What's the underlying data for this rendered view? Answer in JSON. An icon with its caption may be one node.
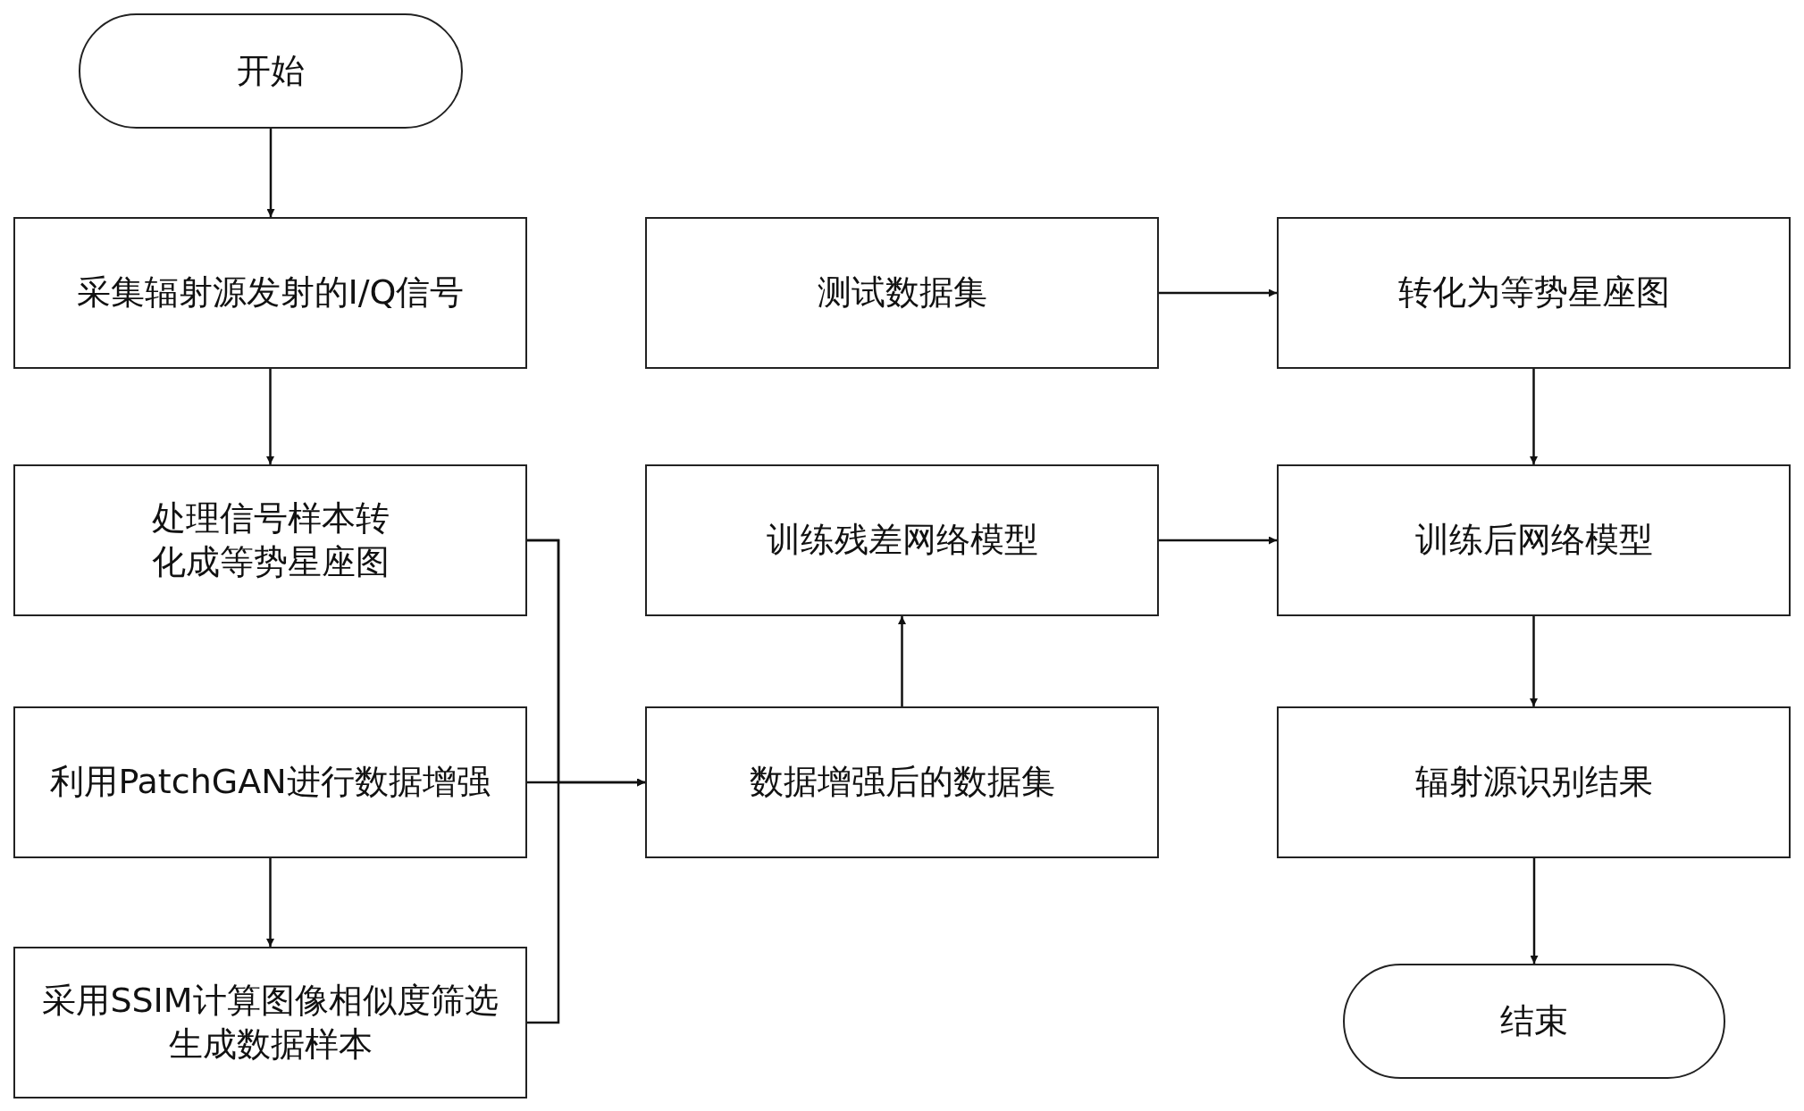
{
  "diagram": {
    "nodes": [
      {
        "text": [
          "开始"
        ]
      },
      {
        "text": [
          "采集辐射源发射的I/Q信号"
        ]
      },
      {
        "text": [
          "测试数据集"
        ]
      },
      {
        "text": [
          "转化为等势星座图"
        ]
      },
      {
        "text": [
          "处理信号样本转化成等势星座图"
        ]
      },
      {
        "text": [
          "训练残差网络模型"
        ]
      },
      {
        "text": [
          "训练后网络模型"
        ]
      },
      {
        "text": [
          "利用PatchGAN进行数据增强"
        ]
      },
      {
        "text": [
          "数据增强后的数据集"
        ]
      },
      {
        "text": [
          "辐射源识别结果"
        ]
      },
      {
        "text": [
          "采用SSIM计算图像相似度筛选生成数据样本"
        ]
      },
      {
        "text": [
          "结束"
        ]
      }
    ],
    "edges": [
      {
        "from": 0,
        "to": 1,
        "arrow": "to"
      },
      {
        "from": 1,
        "to": 4,
        "arrow": "to"
      },
      {
        "from": 4,
        "to": 7,
        "arrow": "to"
      },
      {
        "from": 7,
        "to": 10,
        "arrow": "to"
      },
      {
        "from": 4,
        "to": 8,
        "arrow": "to"
      },
      {
        "from": 10,
        "to": 8,
        "arrow": "to"
      },
      {
        "from": 8,
        "to": 5,
        "arrow": "to"
      },
      {
        "from": 2,
        "to": 3,
        "arrow": "to"
      },
      {
        "from": 5,
        "to": 6,
        "arrow": "to"
      },
      {
        "from": 3,
        "to": 6,
        "arrow": "to"
      },
      {
        "from": 6,
        "to": 9,
        "arrow": "to"
      },
      {
        "from": 9,
        "to": 11,
        "arrow": "to"
      }
    ]
  }
}
